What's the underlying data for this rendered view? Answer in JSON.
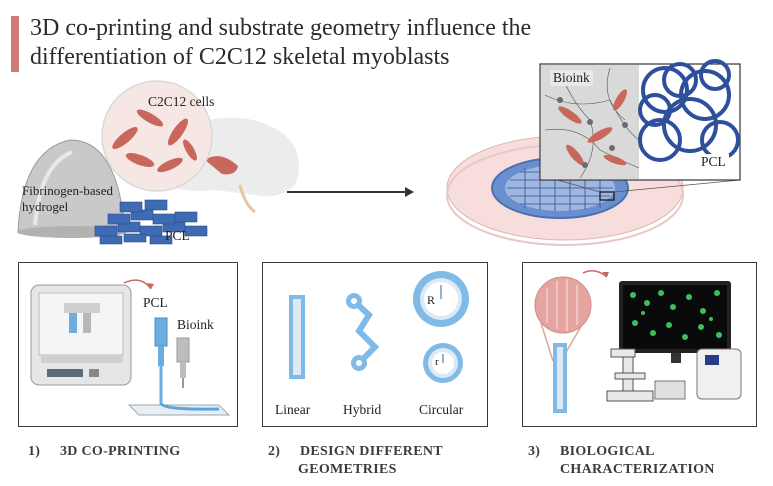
{
  "title": "3D co-printing and substrate geometry influence the differentiation of C2C12 skeletal myoblasts",
  "top_labels": {
    "cells": "C2C12 cells",
    "hydrogel": "Fibrinogen-based hydrogel",
    "pcl": "PCL",
    "bioink": "Bioink",
    "pcl_inset": "PCL"
  },
  "panel1": {
    "pcl": "PCL",
    "bioink": "Bioink"
  },
  "panel2": {
    "linear": "Linear",
    "hybrid": "Hybrid",
    "circular": "Circular",
    "big_r": "R",
    "small_r": "r"
  },
  "steps": [
    {
      "num": "1)",
      "text": "3D CO-PRINTING"
    },
    {
      "num": "2)",
      "text": "DESIGN  DIFFERENT GEOMETRIES"
    },
    {
      "num": "3)",
      "text": "BIOLOGICAL CHARACTERIZATION"
    }
  ],
  "colors": {
    "accent": "#d27a7a",
    "pcl_blue": "#2e4f9c",
    "shape_blue": "#7fbbe6",
    "cell_red": "#c8675c"
  }
}
